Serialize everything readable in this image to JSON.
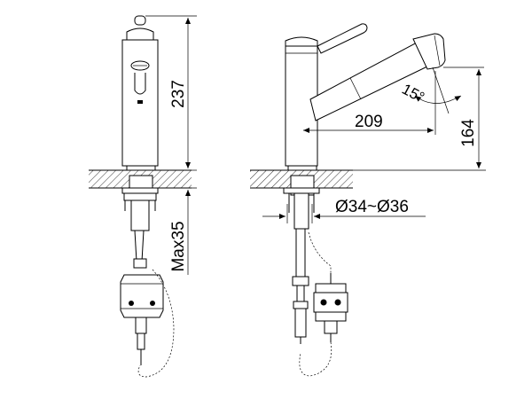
{
  "drawing": {
    "dimensions": {
      "height_total": "237",
      "max_counter": "Max35",
      "angle": "15°",
      "spout_reach": "209",
      "spout_height": "164",
      "hole_diameter": "Ø34~Ø36"
    }
  }
}
